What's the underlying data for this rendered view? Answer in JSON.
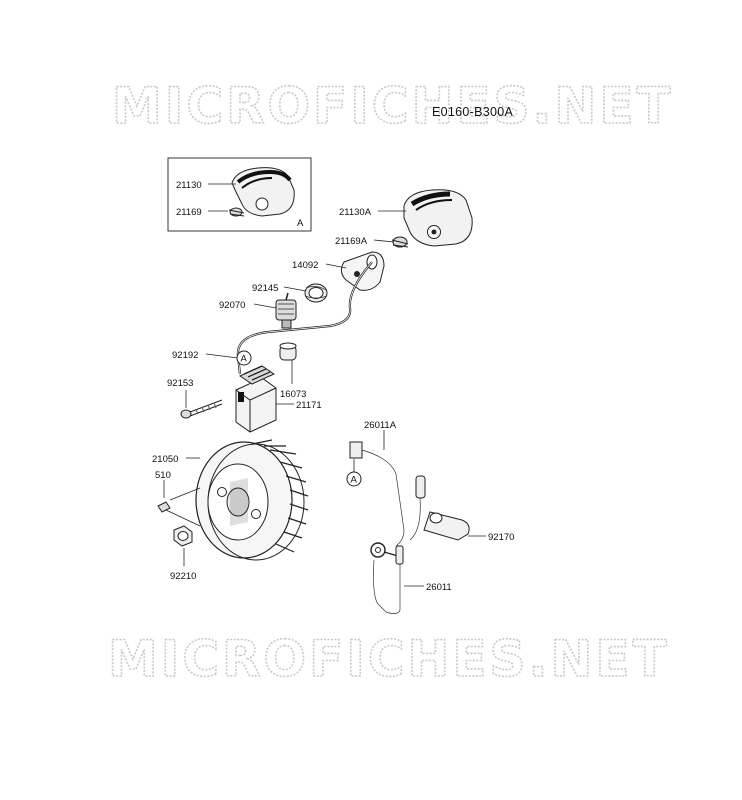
{
  "diagram_code": "E0160-B300A",
  "watermark": "MICROFICHES.NET",
  "inset_tag": "A",
  "callout_a": "A",
  "parts": [
    {
      "id": "p21130",
      "number": "21130"
    },
    {
      "id": "p21169",
      "number": "21169"
    },
    {
      "id": "p21130A",
      "number": "21130A"
    },
    {
      "id": "p21169A",
      "number": "21169A"
    },
    {
      "id": "p14092",
      "number": "14092"
    },
    {
      "id": "p92145",
      "number": "92145"
    },
    {
      "id": "p92070",
      "number": "92070"
    },
    {
      "id": "p92192",
      "number": "92192"
    },
    {
      "id": "p92153",
      "number": "92153"
    },
    {
      "id": "p16073",
      "number": "16073"
    },
    {
      "id": "p21171",
      "number": "21171"
    },
    {
      "id": "p21050",
      "number": "21050"
    },
    {
      "id": "p510",
      "number": "510"
    },
    {
      "id": "p92210",
      "number": "92210"
    },
    {
      "id": "p26011A",
      "number": "26011A"
    },
    {
      "id": "p92170",
      "number": "92170"
    },
    {
      "id": "p26011",
      "number": "26011"
    }
  ]
}
